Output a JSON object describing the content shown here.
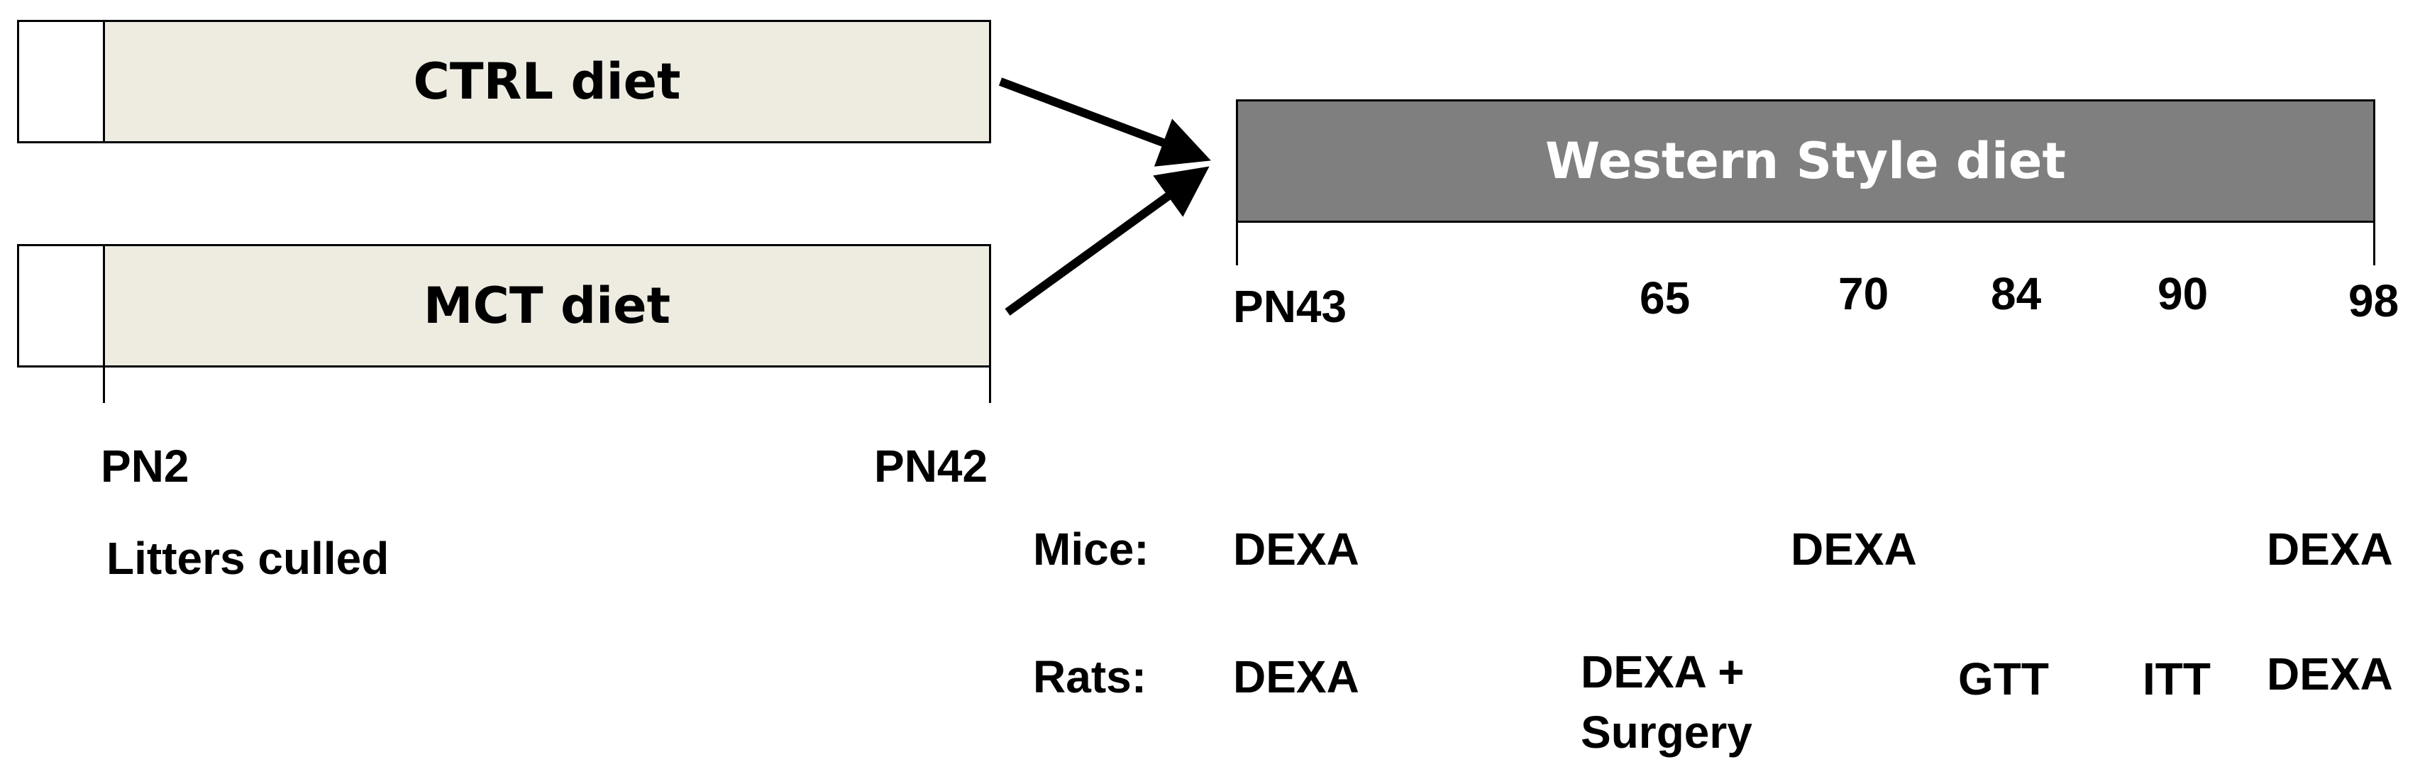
{
  "diets": {
    "ctrl": {
      "label": "CTRL diet",
      "fill": "#eeece1"
    },
    "mct": {
      "label": "MCT diet",
      "fill": "#eeece1"
    },
    "western": {
      "label": "Western Style diet",
      "fill": "#7f7f7f",
      "text_color": "#ffffff"
    }
  },
  "early_timeline": {
    "start_label": "PN2",
    "end_label": "PN42",
    "start_note": "Litters culled"
  },
  "late_timeline": {
    "ticks": [
      "PN43",
      "65",
      "70",
      "84",
      "90",
      "98"
    ]
  },
  "rows": {
    "mice": {
      "label": "Mice:",
      "events": [
        "DEXA",
        "DEXA",
        "DEXA"
      ]
    },
    "rats": {
      "label": "Rats:",
      "events": [
        "DEXA",
        "DEXA +",
        "Surgery",
        "GTT",
        "ITT",
        "DEXA"
      ]
    }
  },
  "colors": {
    "line": "#000000",
    "arrow": "#000000"
  }
}
